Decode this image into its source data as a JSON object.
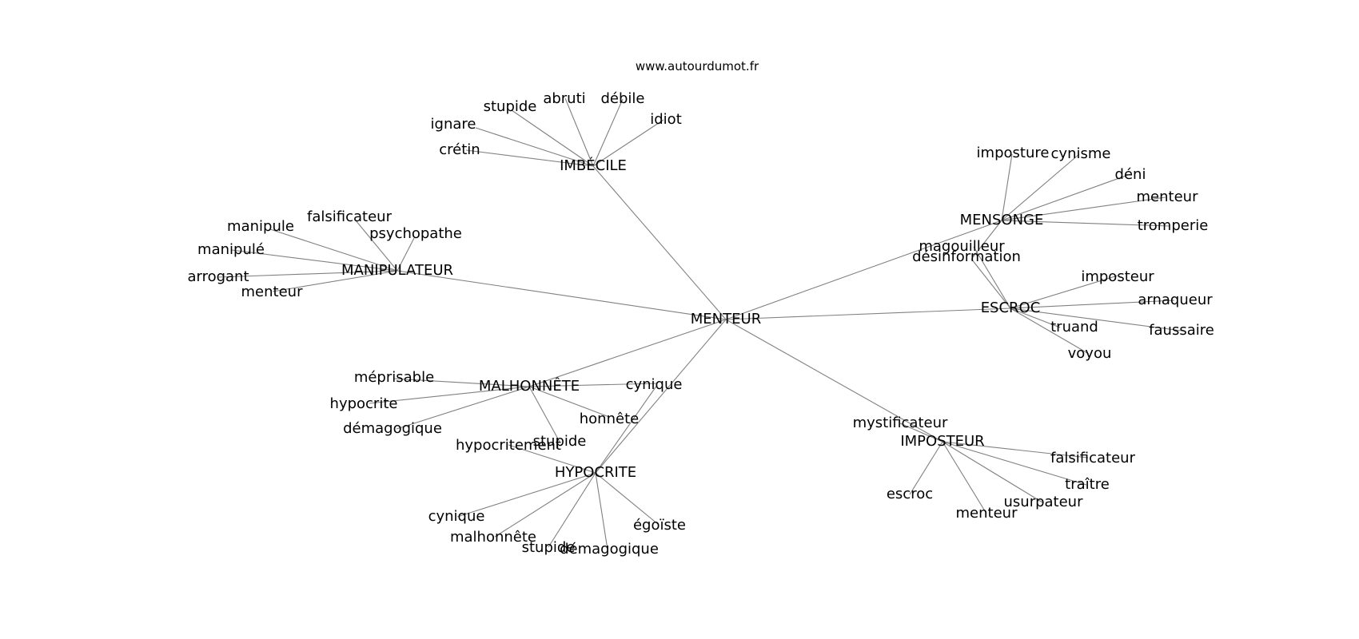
{
  "watermark": "www.autourdumot.fr",
  "colors": {
    "edge": "#808080",
    "text": "#000000",
    "background": "#ffffff"
  },
  "graph": {
    "center": "MENTEUR",
    "clusters": [
      {
        "hub": "IMBÉCILE",
        "leaves": [
          "crétin",
          "ignare",
          "stupide",
          "abruti",
          "débile",
          "idiot"
        ]
      },
      {
        "hub": "MENSONGE",
        "leaves": [
          "imposture",
          "cynisme",
          "déni",
          "menteur",
          "tromperie",
          "désinformation"
        ]
      },
      {
        "hub": "MANIPULATEUR",
        "leaves": [
          "falsificateur",
          "manipule",
          "psychopathe",
          "manipulé",
          "arrogant",
          "menteur"
        ]
      },
      {
        "hub": "ESCROC",
        "leaves": [
          "magouilleur",
          "imposteur",
          "arnaqueur",
          "truand",
          "faussaire",
          "voyou"
        ]
      },
      {
        "hub": "MALHONNÊTE",
        "leaves": [
          "méprisable",
          "hypocrite",
          "démagogique",
          "cynique",
          "honnête",
          "stupide"
        ]
      },
      {
        "hub": "HYPOCRITE",
        "leaves": [
          "hypocritement",
          "cynique",
          "malhonnête",
          "stupide",
          "démagogique",
          "égoïste"
        ]
      },
      {
        "hub": "IMPOSTEUR",
        "leaves": [
          "mystificateur",
          "escroc",
          "menteur",
          "usurpateur",
          "traître",
          "falsificateur"
        ]
      }
    ]
  }
}
